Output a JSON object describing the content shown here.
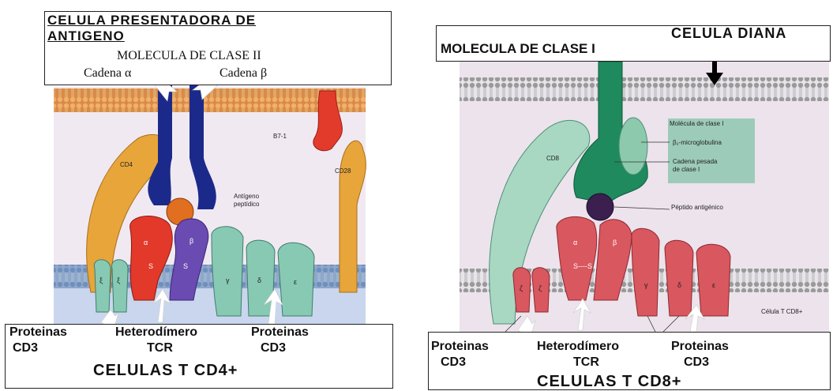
{
  "left": {
    "header_title_line1": "CELULA PRESENTADORA DE",
    "header_title_line2": "ANTIGENO",
    "header_subtitle": "MOLECULA DE CLASE II",
    "chain_alpha": "Cadena α",
    "chain_beta": "Cadena β",
    "label_b71": "B7-1",
    "label_cd4": "CD4",
    "label_cd28": "CD28",
    "label_antigen_line1": "Antígeno",
    "label_antigen_line2": "peptídico",
    "sub_alpha": "α",
    "sub_beta": "β",
    "sub_s1": "S",
    "sub_s2": "S",
    "sub_xi1": "ξ",
    "sub_xi2": "ξ",
    "sub_gamma": "γ",
    "sub_delta": "δ",
    "sub_epsilon": "ε",
    "footer_cd3_a_line1": "Proteinas",
    "footer_cd3_a_line2": "CD3",
    "footer_tcr_line1": "Heterodímero",
    "footer_tcr_line2": "TCR",
    "footer_cd3_b_line1": "Proteinas",
    "footer_cd3_b_line2": "CD3",
    "footer_title": "CELULAS T CD4+"
  },
  "right": {
    "header_subtitle": "MOLECULA DE CLASE I",
    "header_title": "CELULA DIANA",
    "label_cd8": "CD8",
    "legend_title": "Molécula de clase I",
    "legend_b2m": "β₂-microglobulina",
    "legend_heavy_line1": "Cadena pesada",
    "legend_heavy_line2": "de clase I",
    "label_peptide": "Péptido antigénico",
    "label_cell": "Célula T CD8+",
    "sub_alpha": "α",
    "sub_beta": "β",
    "sub_s": "S----S",
    "sub_zeta1": "ζ",
    "sub_zeta2": "ζ",
    "sub_gamma": "γ",
    "sub_delta": "δ",
    "sub_epsilon": "ε",
    "footer_cd3_a_line1": "Proteinas",
    "footer_cd3_a_line2": "CD3",
    "footer_tcr_line1": "Heterodímero",
    "footer_tcr_line2": "TCR",
    "footer_cd3_b_line1": "Proteinas",
    "footer_cd3_b_line2": "CD3",
    "footer_title": "CELULAS T CD8+"
  }
}
